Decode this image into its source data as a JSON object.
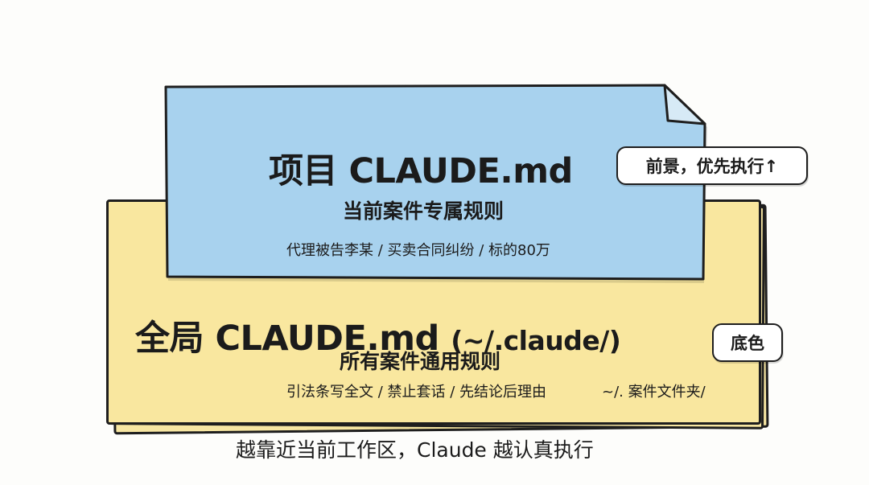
{
  "project": {
    "title": "项目 CLAUDE.md",
    "subtitle": "当前案件专属规则",
    "description": "代理被告李某 / 买卖合同纠纷 / 标的80万",
    "badge": "前景，优先执行↑",
    "color": "#a8d2ee"
  },
  "global": {
    "title": "全局 CLAUDE.md",
    "path": "(~/.claude/)",
    "subtitle": "所有案件通用规则",
    "description": "引法条写全文 / 禁止套话 / 先结论后理由",
    "folder": "~/. 案件文件夹/",
    "badge": "底色",
    "color": "#f9e79f"
  },
  "caption": "越靠近当前工作区，Claude 越认真执行"
}
